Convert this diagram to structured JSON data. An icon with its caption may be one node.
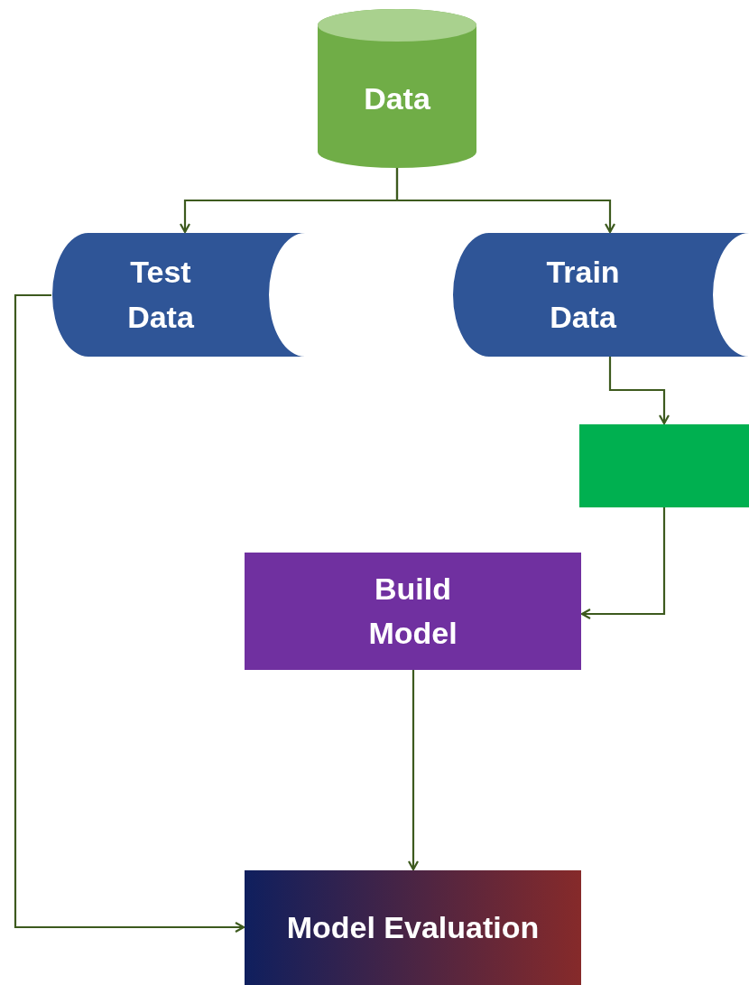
{
  "diagram": {
    "nodes": [
      {
        "text": [
          "Data"
        ]
      },
      {
        "text": [
          "Test Data"
        ]
      },
      {
        "text": [
          "Train Data"
        ]
      },
      {
        "text": [],
        "shape": "box"
      },
      {
        "text": [
          "Build Model"
        ]
      },
      {
        "text": [
          "Model Evaluation"
        ]
      }
    ],
    "edges": [
      {
        "from": 0,
        "to": 1,
        "arrow": "to"
      },
      {
        "from": 0,
        "to": 2,
        "arrow": "to"
      },
      {
        "from": 2,
        "to": 3,
        "arrow": "to"
      },
      {
        "from": 3,
        "to": 4,
        "arrow": "to"
      },
      {
        "from": 4,
        "to": 5,
        "arrow": "to"
      },
      {
        "from": 1,
        "to": 5,
        "arrow": "to"
      }
    ]
  }
}
